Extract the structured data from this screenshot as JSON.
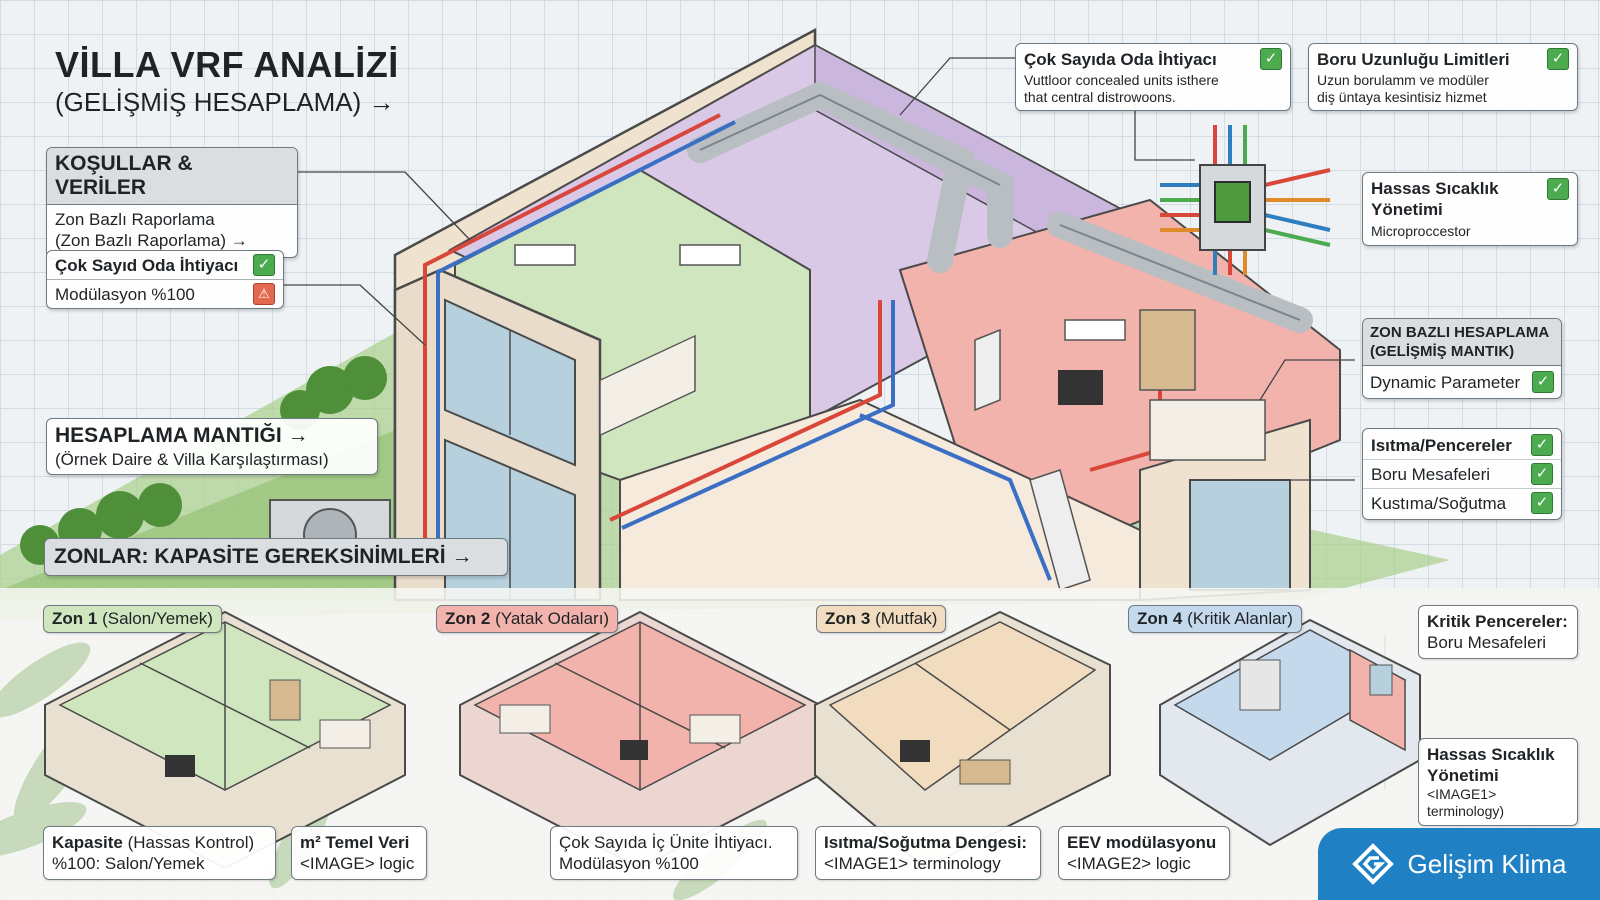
{
  "title": {
    "line1": "VİLLA VRF ANALİZİ",
    "line2": "(GELİŞMİŞ HESAPLAMA) →"
  },
  "conditions": {
    "header": "KOŞULLAR & VERİLER",
    "line1": "Zon Bazlı Raporlama",
    "line2": "(Zon Bazlı Raporlama) →"
  },
  "room_need_left": {
    "title": "Çok Sayıd Oda İhtiyacı",
    "sub": "Modülasyon %100"
  },
  "calc_logic": {
    "title": "HESAPLAMA MANTIĞI →",
    "sub": "(Örnek Daire & Villa Karşılaştırması)"
  },
  "zones_header": "ZONLAR: KAPASİTE GEREKSİNİMLERİ →",
  "top_room_need": {
    "title": "Çok Sayıda Oda İhtiyacı",
    "line1": "Vuttloor concealed units isthere",
    "line2": "that central distrowoons."
  },
  "pipe_limits": {
    "title": "Boru Uzunluğu Limitleri",
    "line1": "Uzun borulamm ve modüler",
    "line2": "diş üntaya kesintisiz hizmet"
  },
  "precise_temp_top": {
    "title1": "Hassas Sıcaklık",
    "title2": "Yönetimi",
    "sub": "Microproccestor"
  },
  "zone_calc": {
    "header1": "ZON BAZLI HESAPLAMA",
    "header2": "(GELİŞMİŞ MANTIK)",
    "item": "Dynamic Parameter"
  },
  "checklist": {
    "items": [
      "Isıtma/Pencereler",
      "Boru Mesafeleri",
      "Kustıma/Soğutma"
    ]
  },
  "zones": [
    {
      "name": "Zon 1",
      "detail": "(Salon/Yemek)",
      "color": "#cfe6bf"
    },
    {
      "name": "Zon 2",
      "detail": "(Yatak Odaları)",
      "color": "#f2b3ac"
    },
    {
      "name": "Zon 3",
      "detail": "(Mutfak)",
      "color": "#f2dcc0"
    },
    {
      "name": "Zon 4",
      "detail": "(Kritik Alanlar)",
      "color": "#c5d9ec"
    }
  ],
  "critical_windows": {
    "title": "Kritik Pencereler:",
    "sub": "Boru Mesafeleri"
  },
  "precise_temp_bottom": {
    "title1": "Hassas Sıcaklık",
    "title2": "Yönetimi",
    "sub": "<IMAGE1> terminology)"
  },
  "bottom_boxes": {
    "capacity": {
      "bold": "Kapasite",
      "rest": " (Hassas Kontrol)",
      "line2": "%100: Salon/Yemek"
    },
    "m2": {
      "title": "m² Temel Veri",
      "line2": "<IMAGE> logic"
    },
    "indoor": {
      "line1": "Çok Sayıda İç Ünite İhtiyacı.",
      "line2": "Modülasyon %100"
    },
    "balance": {
      "title": "Isıtma/Soğutma Dengesi:",
      "line2": "<IMAGE1> terminology"
    },
    "eev": {
      "title": "EEV modülasyonu",
      "line2": "<IMAGE2> logic"
    }
  },
  "brand": {
    "name": "Gelişim Klima"
  },
  "colors": {
    "zone1_green": "#cfe6bf",
    "zone2_red": "#f2b3ac",
    "zone3_peach": "#f2dcc0",
    "zone4_blue": "#c5d9ec",
    "upper_purple": "#d9c9e6",
    "check_green": "#4caa4f",
    "brand_blue": "#1f80c4"
  }
}
